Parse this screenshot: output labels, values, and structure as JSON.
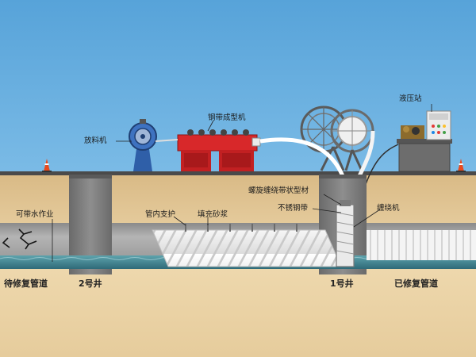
{
  "labels": {
    "steel_strip_forming_machine": "钢带成型机",
    "hydraulic_station": "液压站",
    "unwinding_machine": "放料机",
    "spiral_wound_profile": "螺旋缠绕带状型材",
    "stainless_steel_strip": "不锈钢带",
    "winding_machine": "缠绕机",
    "water_operation": "可带水作业",
    "inner_support": "管内支护",
    "grout_filling": "填充砂浆",
    "pipe_to_repair": "待修复管道",
    "well_2": "2号井",
    "well_1": "1号井",
    "repaired_pipe": "已修复管道"
  },
  "colors": {
    "sky": "#5fa8dc",
    "soil": "#e8cfa0",
    "pipe": "#9a9a9a",
    "well": "#7c7c7c",
    "machine_red": "#d8282a",
    "machine_blue": "#2f5fa8",
    "water": "#3e7f8c",
    "liner": "#f7f7f7"
  },
  "icons": [
    "traffic-cone-icon",
    "crack-icon"
  ]
}
